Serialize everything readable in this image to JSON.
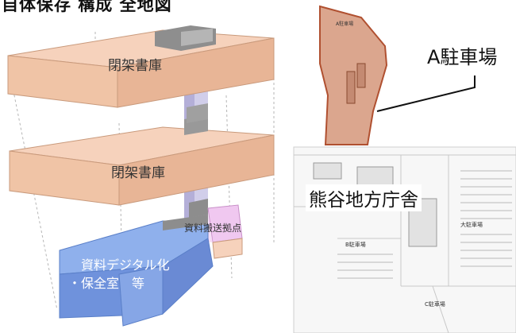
{
  "title_partial": "自体保存 構成 全地図",
  "building": {
    "shelf_upper": "閉架書庫",
    "shelf_lower": "閉架書庫",
    "transport_base": "資料搬送拠点",
    "digital_room_line1": "資料デジタル化",
    "digital_room_line2": "・保全室　等"
  },
  "map": {
    "a_parking": "A駐車場",
    "government_office": "熊谷地方庁舎",
    "map_parking_a_small": "A駐車場",
    "map_parking_b": "B駐車場",
    "map_parking_c": "C駐車場",
    "map_parking_large": "大駐車場"
  },
  "colors": {
    "shelf_top": "#f6d2bc",
    "shelf_front": "#f0c4a6",
    "shelf_side": "#e8b596",
    "digital_top": "#8fb0ec",
    "digital_front": "#6f92dc",
    "transport": "#f0c8f0",
    "parking_fill": "#dba68e",
    "parking_outline": "#b05030"
  }
}
